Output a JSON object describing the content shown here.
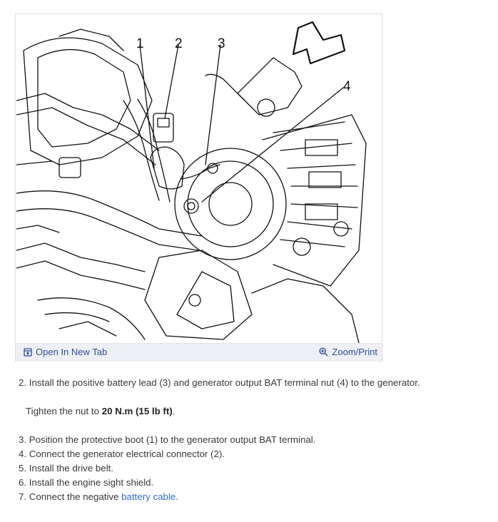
{
  "figure": {
    "callouts": [
      "1",
      "2",
      "3",
      "4"
    ],
    "toolbar": {
      "open_tab_label": "Open In New Tab",
      "zoom_label": "Zoom/Print",
      "open_tab_icon": "open-in-new-tab-icon",
      "zoom_icon": "zoom-in-icon"
    }
  },
  "steps": {
    "step2": "2. Install the positive battery lead (3) and generator output BAT terminal nut (4) to the generator.",
    "tighten_prefix": "Tighten the nut to ",
    "tighten_value": "20 N.m (15 lb ft)",
    "tighten_suffix": ".",
    "step3": "3. Position the protective boot (1) to the generator output BAT terminal.",
    "step4": "4. Connect the generator electrical connector (2).",
    "step5": "5. Install the drive belt.",
    "step6": "6. Install the engine sight shield.",
    "step7_prefix": "7. Connect the negative ",
    "step7_link": "battery cable",
    "step7_suffix": "."
  },
  "colors": {
    "link": "#2f6fc9",
    "toolbar_text": "#2e4f9c",
    "toolbar_bg": "#eef0f5"
  }
}
